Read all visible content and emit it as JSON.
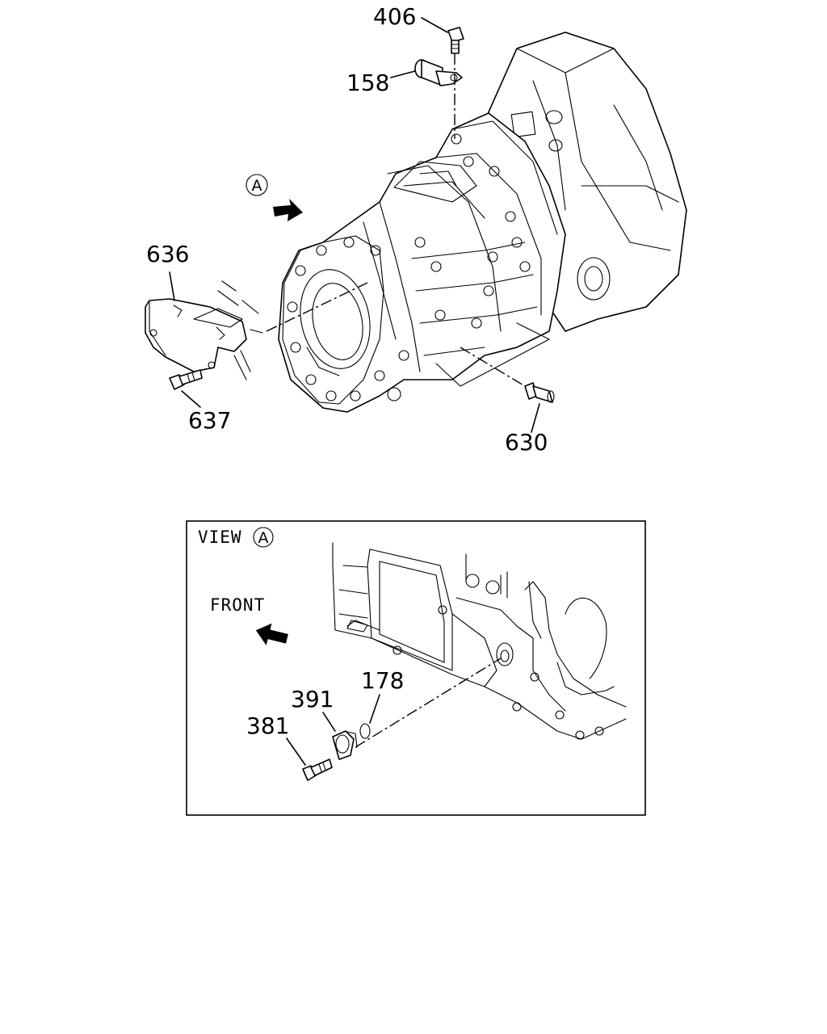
{
  "callouts": {
    "p406": "406",
    "p158": "158",
    "p636": "636",
    "p637": "637",
    "p630": "630",
    "p178": "178",
    "p391": "391",
    "p381": "381"
  },
  "view_marker": "A",
  "inset": {
    "view_label": "VIEW",
    "view_marker": "A",
    "front_label": "FRONT"
  }
}
